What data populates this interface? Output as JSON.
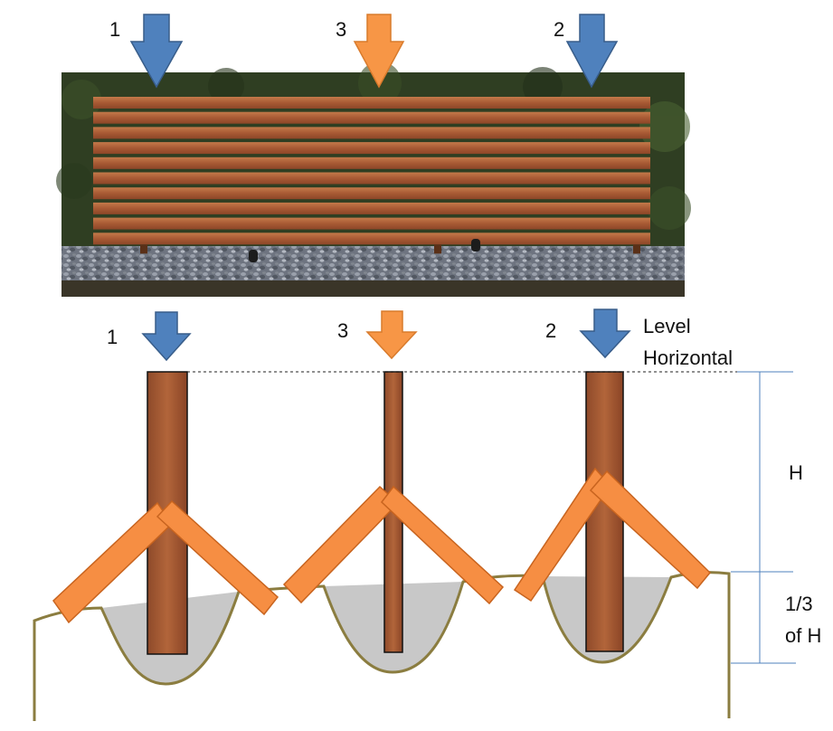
{
  "colors": {
    "blue_arrow": "#4f81bd",
    "orange_arrow": "#f79646",
    "post_wood": "#a0522d",
    "brace": "#f68e43",
    "concrete": "#c8c8c8",
    "ground_line": "#8b7d40",
    "dimension_line": "#4f81bd"
  },
  "photo": {
    "arrows": [
      {
        "label": "1",
        "color": "blue"
      },
      {
        "label": "3",
        "color": "orange"
      },
      {
        "label": "2",
        "color": "blue"
      }
    ]
  },
  "diagram": {
    "arrows": [
      {
        "label": "1",
        "color": "blue"
      },
      {
        "label": "3",
        "color": "orange"
      },
      {
        "label": "2",
        "color": "blue"
      }
    ],
    "level_label_line1": "Level",
    "level_label_line2": "Horizontal",
    "dim_above_ground": "H",
    "dim_below_ground_line1": "1/3",
    "dim_below_ground_line2": "of H"
  }
}
